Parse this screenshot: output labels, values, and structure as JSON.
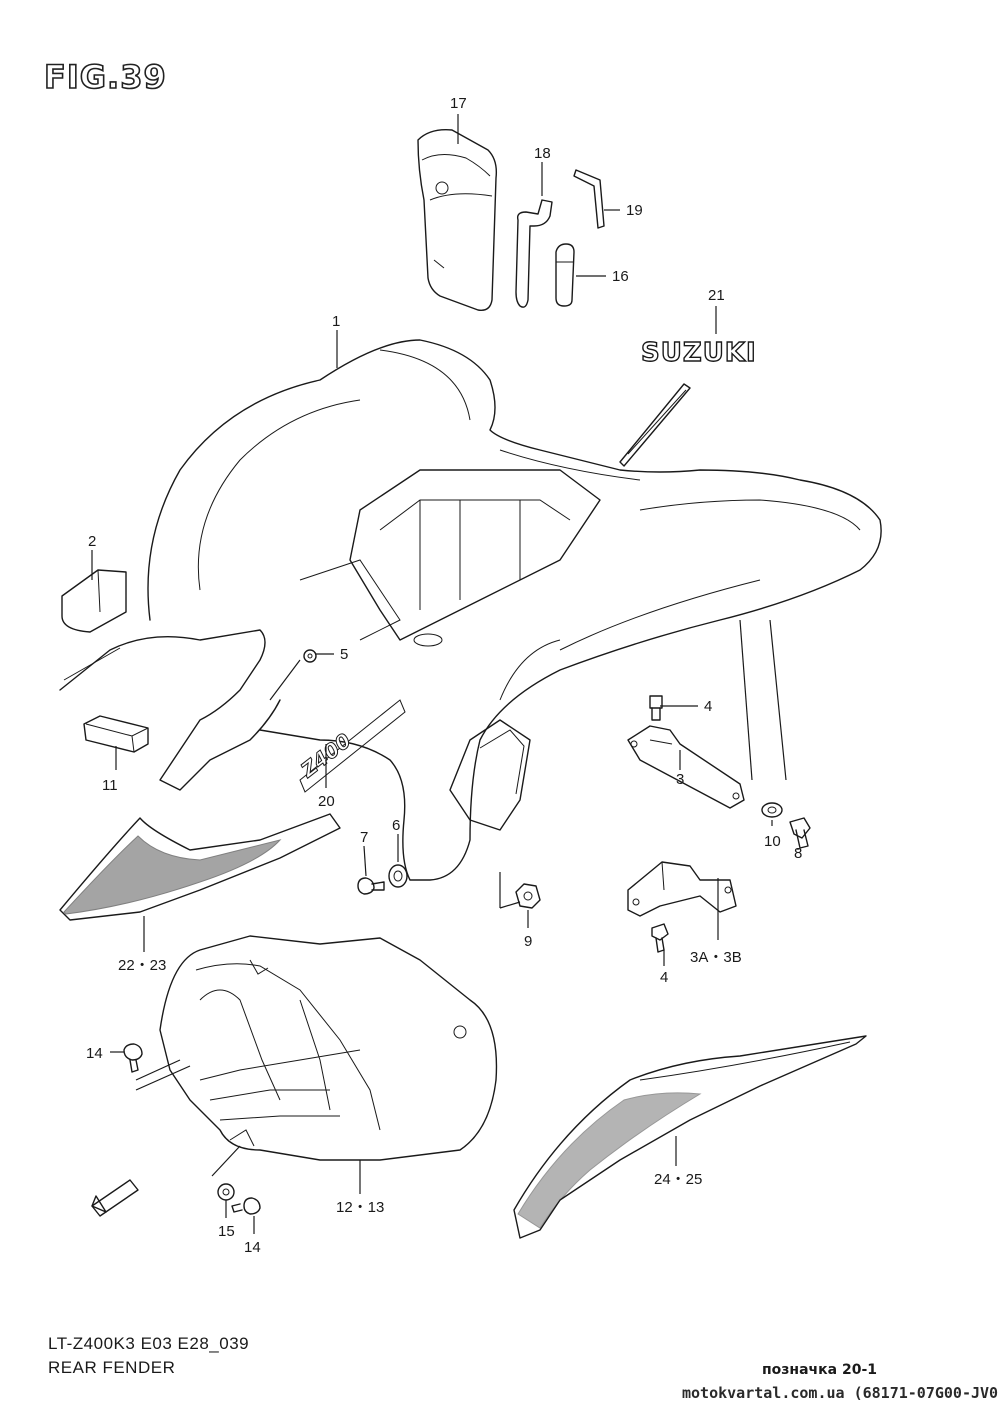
{
  "figure_title": "FIG.39",
  "footer": {
    "model_code": "LT-Z400K3 E03 E28_039",
    "section_name": "REAR FENDER",
    "reference": "позначка 20-1",
    "watermark": "motokvartal.com.ua (68171-07G00-JV0"
  },
  "decals": {
    "brand": "SUZUKI",
    "model": "Z400"
  },
  "part_labels": {
    "p1": "1",
    "p2": "2",
    "p3": "3",
    "p3ab": "3A・3B",
    "p4a": "4",
    "p4b": "4",
    "p5": "5",
    "p6": "6",
    "p7": "7",
    "p8": "8",
    "p9": "9",
    "p10": "10",
    "p11": "11",
    "p1213": "12・13",
    "p14a": "14",
    "p14b": "14",
    "p15": "15",
    "p16": "16",
    "p17": "17",
    "p18": "18",
    "p19": "19",
    "p20": "20",
    "p21": "21",
    "p2223": "22・23",
    "p2425": "24・25"
  }
}
